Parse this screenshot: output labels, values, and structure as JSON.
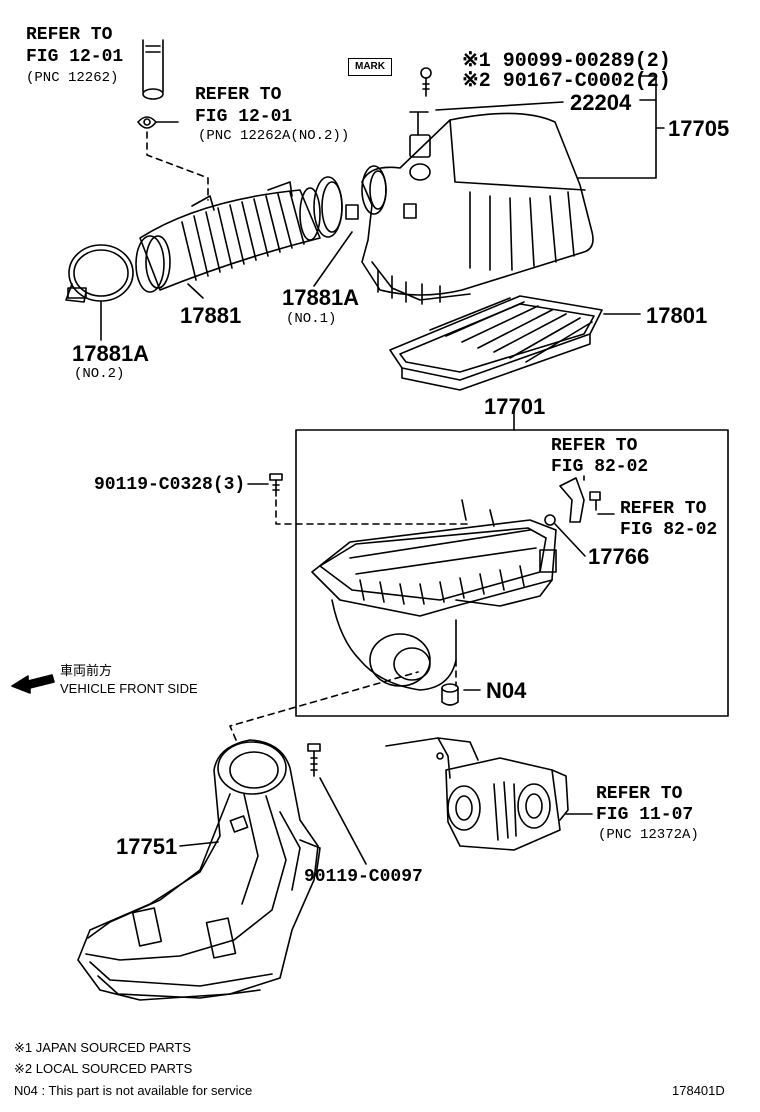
{
  "labels": {
    "ref_top_left_1": "REFER TO",
    "ref_top_left_2": "FIG 12-01",
    "ref_top_left_pnc": "(PNC 12262)",
    "ref_top_mid_1": "REFER TO",
    "ref_top_mid_2": "FIG 12-01",
    "ref_top_mid_pnc": "(PNC 12262A(NO.2))",
    "mark": "MARK",
    "pn_90099": "※1 90099-00289(2)",
    "pn_90167": "※2 90167-C0002(2)",
    "pn_22204": "22204",
    "pn_17705": "17705",
    "pn_17881": "17881",
    "pn_17881A_1": "17881A",
    "pn_17881A_1_sub": "(NO.1)",
    "pn_17881A_2": "17881A",
    "pn_17881A_2_sub": "(NO.2)",
    "pn_17801": "17801",
    "pn_17701": "17701",
    "pn_90119_c0328": "90119-C0328(3)",
    "ref_82_a_1": "REFER TO",
    "ref_82_a_2": "FIG 82-02",
    "ref_82_b_1": "REFER TO",
    "ref_82_b_2": "FIG 82-02",
    "pn_17766": "17766",
    "vehicle_front_jp": "車両前方",
    "vehicle_front_en": "VEHICLE FRONT SIDE",
    "pn_N04": "N04",
    "ref_11_1": "REFER TO",
    "ref_11_2": "FIG 11-07",
    "ref_11_pnc": "(PNC 12372A)",
    "pn_17751": "17751",
    "pn_90119_c0097": "90119-C0097",
    "note_1": "※1 JAPAN SOURCED PARTS",
    "note_2": "※2 LOCAL SOURCED PARTS",
    "note_n04": "N04 : This part is not available for service",
    "diagram_id": "178401D"
  }
}
